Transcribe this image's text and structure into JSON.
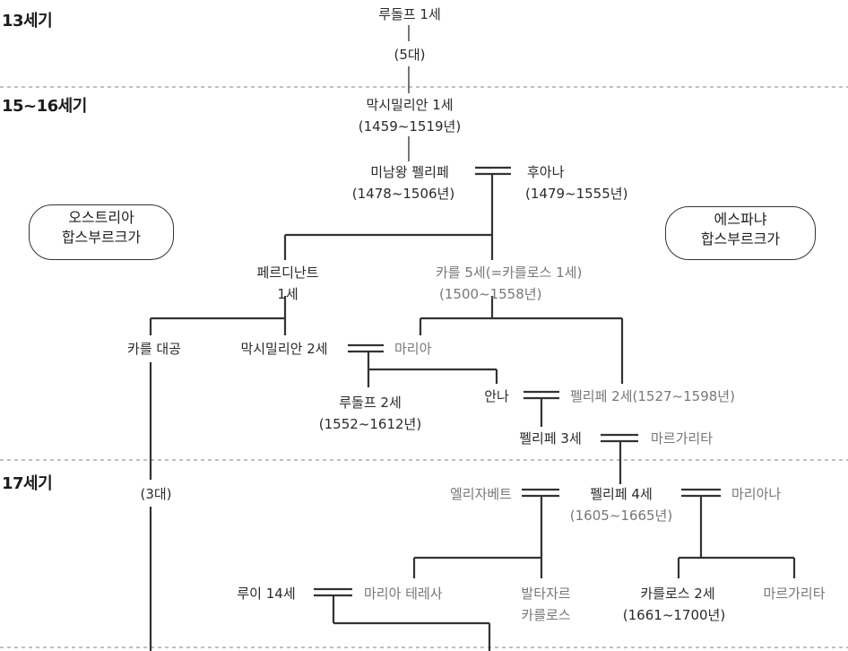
{
  "eras": {
    "c13": "13세기",
    "c15": "15~16세기",
    "c17": "17세기"
  },
  "houses": {
    "austria": {
      "line1": "오스트리아",
      "line2": "합스부르크가"
    },
    "spain": {
      "line1": "에스파냐",
      "line2": "합스부르크가"
    }
  },
  "people": {
    "rudolf1": "루돌프 1세",
    "gen5": "(5대)",
    "maximilian1": {
      "name": "막시밀리안 1세",
      "years": "(1459~1519년)"
    },
    "philip_handsome": {
      "name": "미남왕 펠리페",
      "years": "(1478~1506년)"
    },
    "juana": {
      "name": "후아나",
      "years": "(1479~1555년)"
    },
    "ferdinand": {
      "name1": "페르디난트",
      "name2": "1세"
    },
    "charles5": {
      "name": "카를 5세(=카를로스 1세)",
      "years": "(1500~1558년)"
    },
    "charles_archduke": "카를 대공",
    "maximilian2": "막시밀리안 2세",
    "maria": "마리아",
    "rudolf2": {
      "name": "루돌프 2세",
      "years": "(1552~1612년)"
    },
    "anna": "안나",
    "philip2": "펠리페 2세(1527~1598년)",
    "philip3": "펠리페 3세",
    "margarita1": "마르가리타",
    "gen3": "(3대)",
    "elisabeth": "엘리자베트",
    "philip4": {
      "name": "펠리페 4세",
      "years": "(1605~1665년)"
    },
    "mariana": "마리아나",
    "louis14": "루이 14세",
    "maria_theresa": "마리아 테레사",
    "balthasar": {
      "name1": "발타자르",
      "name2": "카를로스"
    },
    "carlos2": {
      "name": "카를로스 2세",
      "years": "(1661~1700년)"
    },
    "margarita2": "마르가리타"
  }
}
